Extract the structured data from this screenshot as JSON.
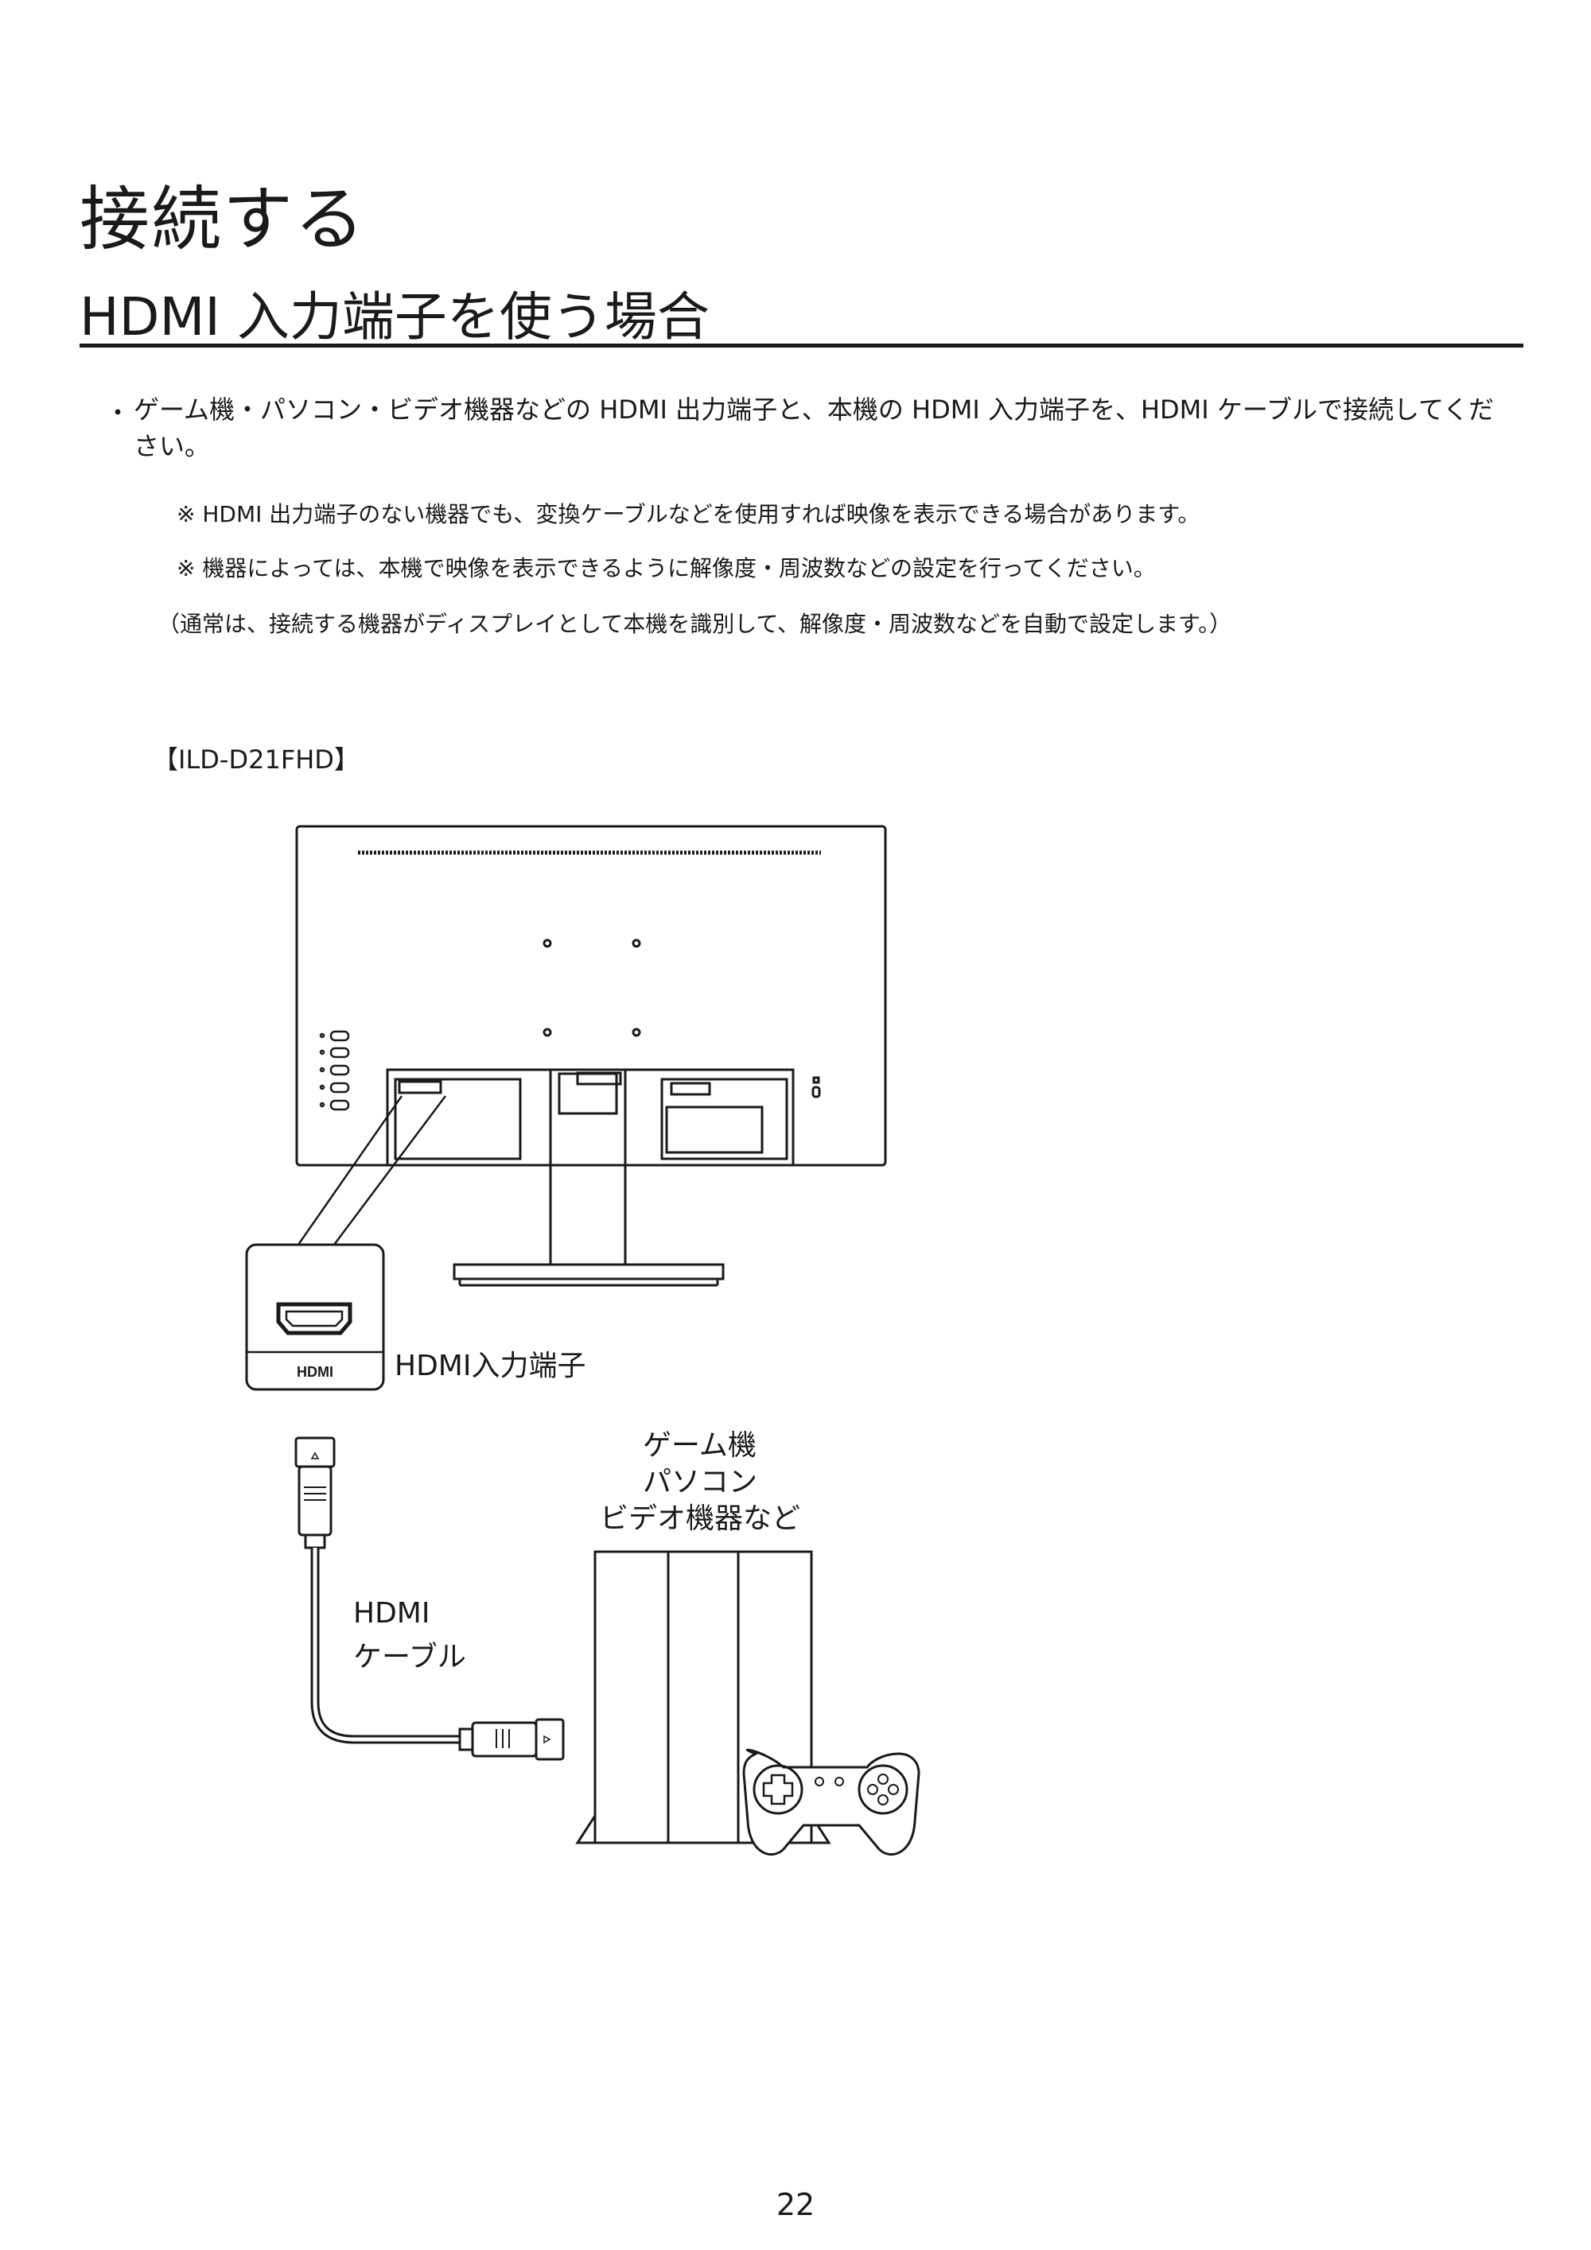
{
  "header": {
    "chapter_title": "接続する",
    "section_title": "HDMI 入力端子を使う場合"
  },
  "body": {
    "bullet_symbol": "・",
    "bullet_text": "ゲーム機・パソコン・ビデオ機器などの HDMI 出力端子と、本機の HDMI 入力端子を、HDMI ケーブルで接続してください。",
    "notes": [
      "※ HDMI 出力端子のない機器でも、変換ケーブルなどを使用すれば映像を表示できる場合があります。",
      "※ 機器によっては、本機で映像を表示できるように解像度・周波数などの設定を行ってください。",
      "（通常は、接続する機器がディスプレイとして本機を識別して、解像度・周波数などを自動で設定します。）"
    ],
    "model_label": "【ILD-D21FHD】"
  },
  "diagram": {
    "port_icon_label": "HDMI",
    "port_caption": "HDMI入力端子",
    "device_caption": [
      "ゲーム機",
      "パソコン",
      "ビデオ機器など"
    ],
    "cable_caption": [
      "HDMI",
      "ケーブル"
    ]
  },
  "footer": {
    "page_number": "22"
  }
}
